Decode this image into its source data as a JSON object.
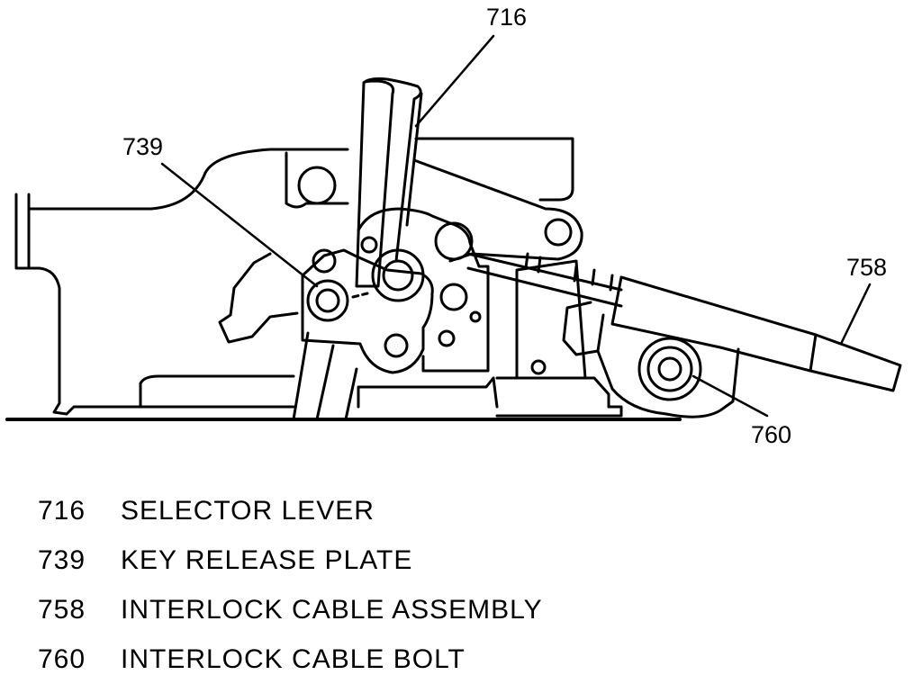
{
  "callouts": {
    "selector_lever": "716",
    "key_release_plate": "739",
    "interlock_cable_assembly": "758",
    "interlock_cable_bolt": "760"
  },
  "legend": [
    {
      "number": "716",
      "description": "SELECTOR LEVER"
    },
    {
      "number": "739",
      "description": "KEY RELEASE PLATE"
    },
    {
      "number": "758",
      "description": "INTERLOCK CABLE ASSEMBLY"
    },
    {
      "number": "760",
      "description": "INTERLOCK CABLE BOLT"
    }
  ]
}
